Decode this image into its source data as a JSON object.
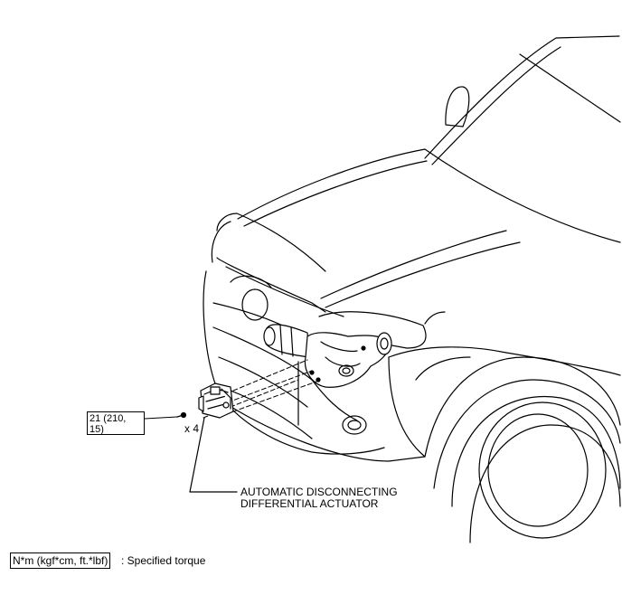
{
  "torque_value": "21 (210, 15)",
  "quantity": "x 4",
  "part_label_line1": "AUTOMATIC DISCONNECTING",
  "part_label_line2": "DIFFERENTIAL ACTUATOR",
  "legend_symbol": "N*m (kgf*cm, ft.*lbf)",
  "legend_text": ": Specified torque"
}
